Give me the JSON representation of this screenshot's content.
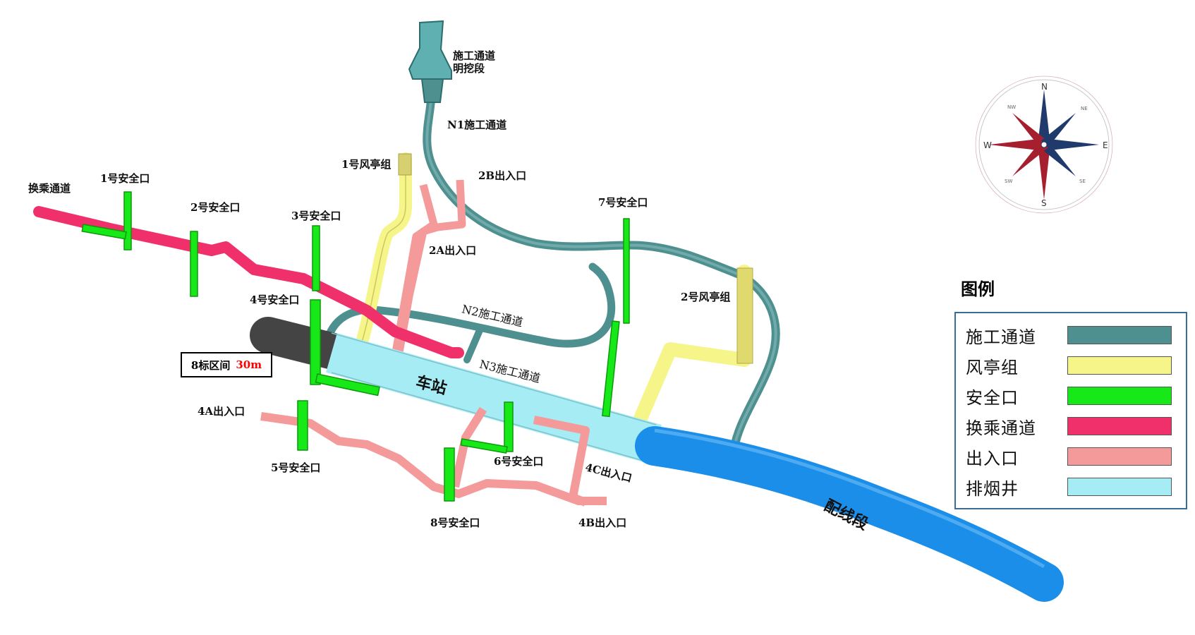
{
  "labels": {
    "construction_open_cut": "施工通道\n明挖段",
    "n1": "N1施工通道",
    "vent1": "1号风亭组",
    "exit2b": "2B出入口",
    "exit2a": "2A出入口",
    "transfer": "换乘通道",
    "safe1": "1号安全口",
    "safe2": "2号安全口",
    "safe3": "3号安全口",
    "safe4": "4号安全口",
    "safe5": "5号安全口",
    "safe6": "6号安全口",
    "safe7": "7号安全口",
    "safe8": "8号安全口",
    "vent2": "2号风亭组",
    "n2": "N2施工通道",
    "n3": "N3施工通道",
    "station": "车站",
    "exit4a": "4A出入口",
    "exit4b": "4B出入口",
    "exit4c": "4C出入口",
    "siding": "配线段"
  },
  "callout": {
    "text": "8标区间",
    "distance": "30m"
  },
  "compass": {
    "n": "N",
    "s": "S",
    "e": "E",
    "w": "W",
    "ne": "NE",
    "nw": "NW",
    "se": "SE",
    "sw": "SW"
  },
  "legend": {
    "title": "图例",
    "items": [
      {
        "name": "施工通道",
        "color": "#4e8f8f"
      },
      {
        "name": "风亭组",
        "color": "#f5f58a"
      },
      {
        "name": "安全口",
        "color": "#17e817"
      },
      {
        "name": "换乘通道",
        "color": "#f0306a"
      },
      {
        "name": "出入口",
        "color": "#f59a9a"
      },
      {
        "name": "排烟井",
        "color": "#a6ecf4"
      }
    ]
  },
  "colors": {
    "construction": "#4e8f8f",
    "vent": "#f5f58a",
    "safety": "#17e817",
    "transfer": "#f0306a",
    "entrance": "#f59a9a",
    "smoke": "#a6ecf4",
    "siding": "#1a8ee8",
    "interval": "#444444"
  }
}
